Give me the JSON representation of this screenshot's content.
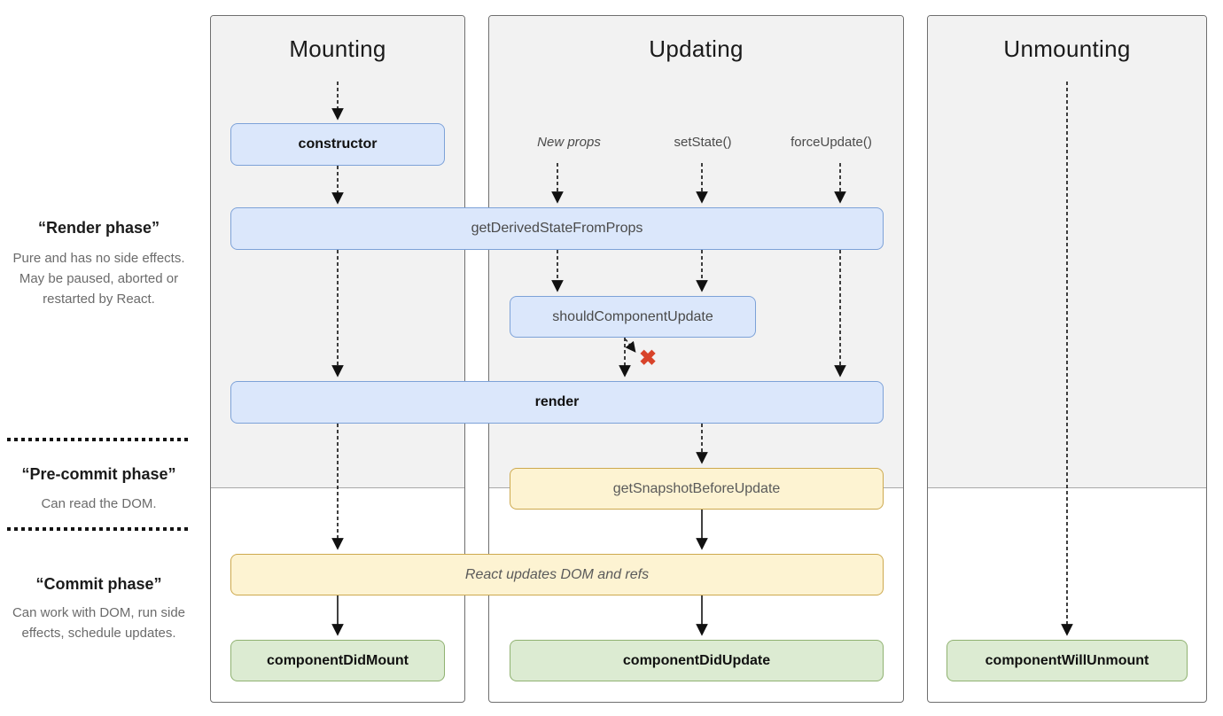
{
  "diagram": {
    "sidebar": {
      "render_phase": {
        "title": "“Render phase”",
        "description": "Pure and has no side effects. May be paused, aborted or restarted by React."
      },
      "pre_commit_phase": {
        "title": "“Pre-commit phase”",
        "description": "Can read the DOM."
      },
      "commit_phase": {
        "title": "“Commit phase”",
        "description": "Can work with DOM, run side effects, schedule updates."
      }
    },
    "columns": {
      "mounting": {
        "title": "Mounting"
      },
      "updating": {
        "title": "Updating",
        "triggers": [
          {
            "label": "New props"
          },
          {
            "label": "setState()"
          },
          {
            "label": "forceUpdate()"
          }
        ]
      },
      "unmounting": {
        "title": "Unmounting"
      }
    },
    "boxes": {
      "constructor": {
        "label": "constructor"
      },
      "get_derived_state_from_props": {
        "label": "getDerivedStateFromProps"
      },
      "should_component_update": {
        "label": "shouldComponentUpdate"
      },
      "render": {
        "label": "render"
      },
      "get_snapshot_before_update": {
        "label": "getSnapshotBeforeUpdate"
      },
      "react_updates_dom_and_refs": {
        "label": "React updates DOM and refs"
      },
      "component_did_mount": {
        "label": "componentDidMount"
      },
      "component_did_update": {
        "label": "componentDidUpdate"
      },
      "component_will_unmount": {
        "label": "componentWillUnmount"
      }
    },
    "icons": {
      "abort_cross": "✖"
    },
    "colors": {
      "lifecycle_method_fill": "#dbe7fb",
      "lifecycle_method_border": "#7da2d8",
      "side_effect_fill": "#fdf3d2",
      "side_effect_border": "#cda94e",
      "commit_method_fill": "#dcebd2",
      "commit_method_border": "#90b271",
      "phase_background": "#f2f2f2",
      "abort_cross_color": "#d8432a"
    }
  }
}
